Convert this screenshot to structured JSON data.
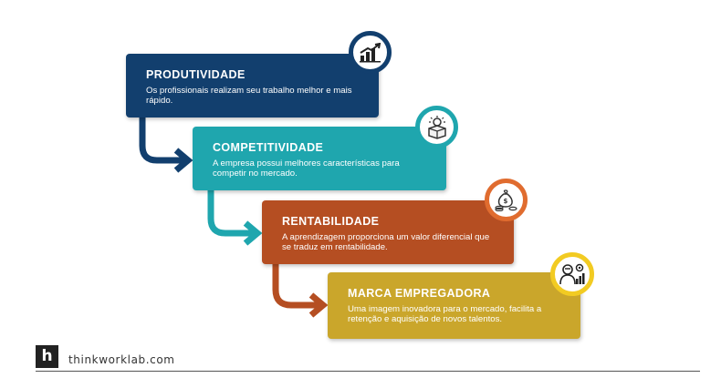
{
  "steps": [
    {
      "title": "PRODUTIVIDADE",
      "description": "Os profissionais realizam seu trabalho melhor e mais rápido.",
      "icon": "productivity-chart-icon",
      "color": "#123f6e"
    },
    {
      "title": "COMPETITIVIDADE",
      "description": "A empresa possui melhores características para competir no mercado.",
      "icon": "idea-box-icon",
      "color": "#1fa6ae"
    },
    {
      "title": "RENTABILIDADE",
      "description": "A aprendizagem proporciona um valor diferencial que se traduz em rentabilidade.",
      "icon": "money-bag-icon",
      "color": "#b54e22"
    },
    {
      "title": "MARCA EMPREGADORA",
      "description": "Uma imagem inovadora para o mercado, facilita a retenção e aquisição de novos talentos.",
      "icon": "employee-analytics-icon",
      "color": "#caa62b"
    }
  ],
  "footer": {
    "logo_letter": "h",
    "brand": "thinkworklab.com"
  }
}
